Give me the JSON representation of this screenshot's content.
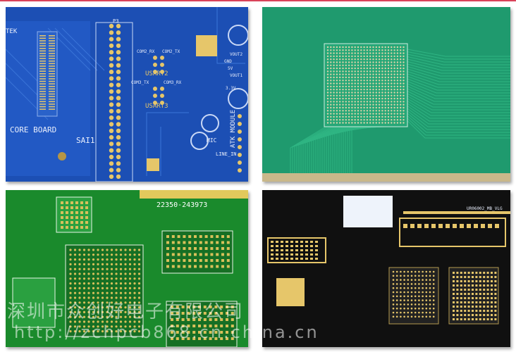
{
  "panels": [
    {
      "name": "blue-pcb",
      "board_color": "#1c4fb4",
      "labels": {
        "brand": "TEK",
        "board": "CORE BOARD",
        "header": "P3",
        "sai": "SAI1",
        "usart2": "USART2",
        "usart3": "USART3",
        "mic": "MIC",
        "module": "ATK MODULE",
        "line_in": "LINE_IN",
        "com2_rx": "COM2_RX",
        "com2_tx": "COM2_TX",
        "com3_tx": "COM3_TX",
        "com3_rx": "COM3_RX",
        "vout2": "VOUT2",
        "vout1": "VOUT1",
        "gnd": "GND",
        "v5": "5V",
        "v33": "3.3V"
      }
    },
    {
      "name": "green-bga-pcb",
      "board_color": "#1f9a6e"
    },
    {
      "name": "bright-green-pcb",
      "board_color": "#1a8a2c",
      "labels": {
        "serial": "22350-243973"
      }
    },
    {
      "name": "black-pcb",
      "board_color": "#101010",
      "labels": {
        "model": "UR06002_MB_VLG"
      }
    }
  ],
  "watermark": {
    "company": "深圳市众创好电子有限公司",
    "url": "http://zchpcb868.cn.china.cn"
  },
  "colors": {
    "accent_line": "#d9435a",
    "gold": "#e6c66a"
  }
}
